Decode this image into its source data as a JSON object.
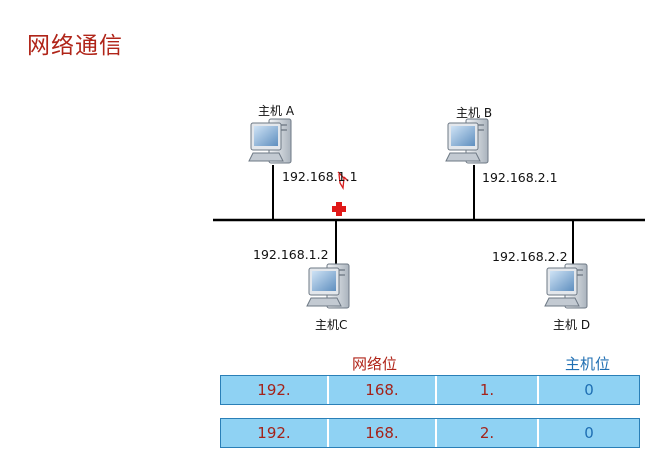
{
  "title": "网络通信",
  "hosts": [
    {
      "name": "主机 A",
      "ip": "192.168.1.1"
    },
    {
      "name": "主机 B",
      "ip": "192.168.2.1"
    },
    {
      "name": "主机C",
      "ip": "192.168.1.2"
    },
    {
      "name": "主机 D",
      "ip": "192.168.2.2"
    }
  ],
  "table": {
    "network_header": "网络位",
    "host_header": "主机位",
    "rows": [
      [
        "192.",
        "168.",
        "1.",
        "0"
      ],
      [
        "192.",
        "168.",
        "2.",
        "0"
      ]
    ]
  },
  "colors": {
    "title": "#b02418",
    "network_header": "#b02418",
    "host_header": "#1f6fb3",
    "cell_fill": "#8fd2f3",
    "marker": "#e01818"
  }
}
